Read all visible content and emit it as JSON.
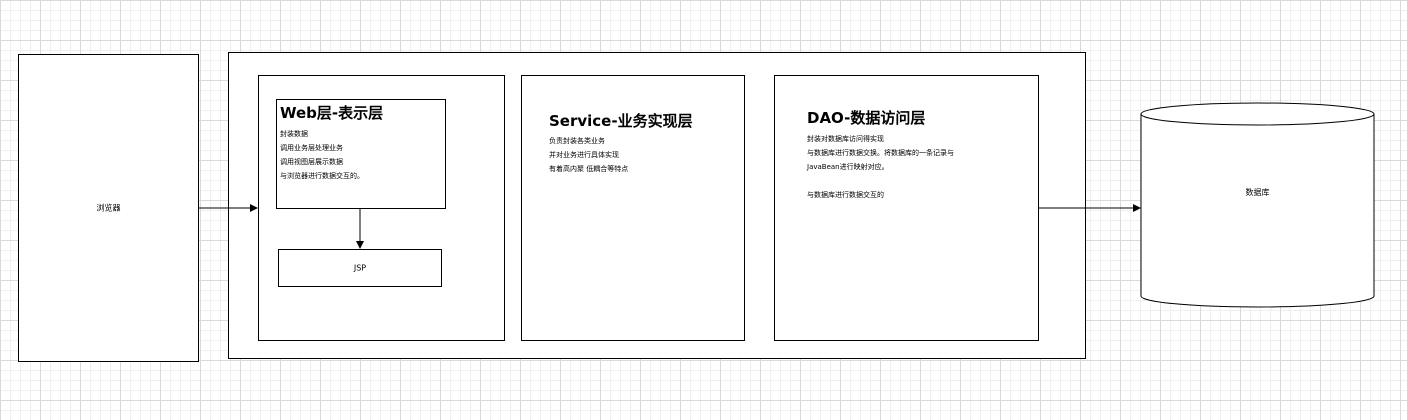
{
  "browser": {
    "label": "浏览器"
  },
  "web_layer": {
    "title": "Web层-表示层",
    "lines": [
      "封装数据",
      "调用业务层处理业务",
      "调用视图层展示数据",
      "与浏览器进行数据交互的。"
    ],
    "jsp_label": "JSP"
  },
  "service_layer": {
    "title": "Service-业务实现层",
    "lines": [
      "负责封装各类业务",
      "并对业务进行具体实现",
      "有着高内聚 低耦合等特点"
    ]
  },
  "dao_layer": {
    "title": "DAO-数据访问层",
    "lines": [
      "封装对数据库访问得实现",
      "与数据库进行数据交换。将数据库的一条记录与",
      "JavaBean进行映射对应。",
      "",
      "与数据库进行数据交互的"
    ]
  },
  "database": {
    "label": "数据库"
  }
}
